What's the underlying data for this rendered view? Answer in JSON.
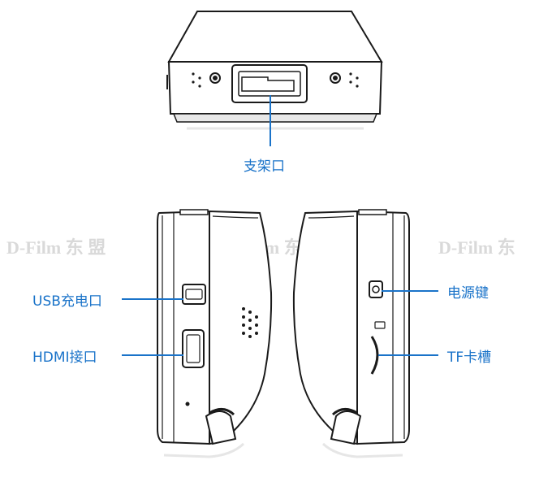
{
  "labels": {
    "mount": "支架口",
    "usb": "USB充电口",
    "hdmi": "HDMI接口",
    "power": "电源键",
    "tf": "TF卡槽"
  },
  "watermark": {
    "left": "D-Film 东  盟",
    "middle": "D-Film 东  盟",
    "right": "D-Film 东"
  },
  "colors": {
    "accent": "#1a73c9",
    "line": "#1a1a1a",
    "watermark": "#d9d9d9"
  }
}
